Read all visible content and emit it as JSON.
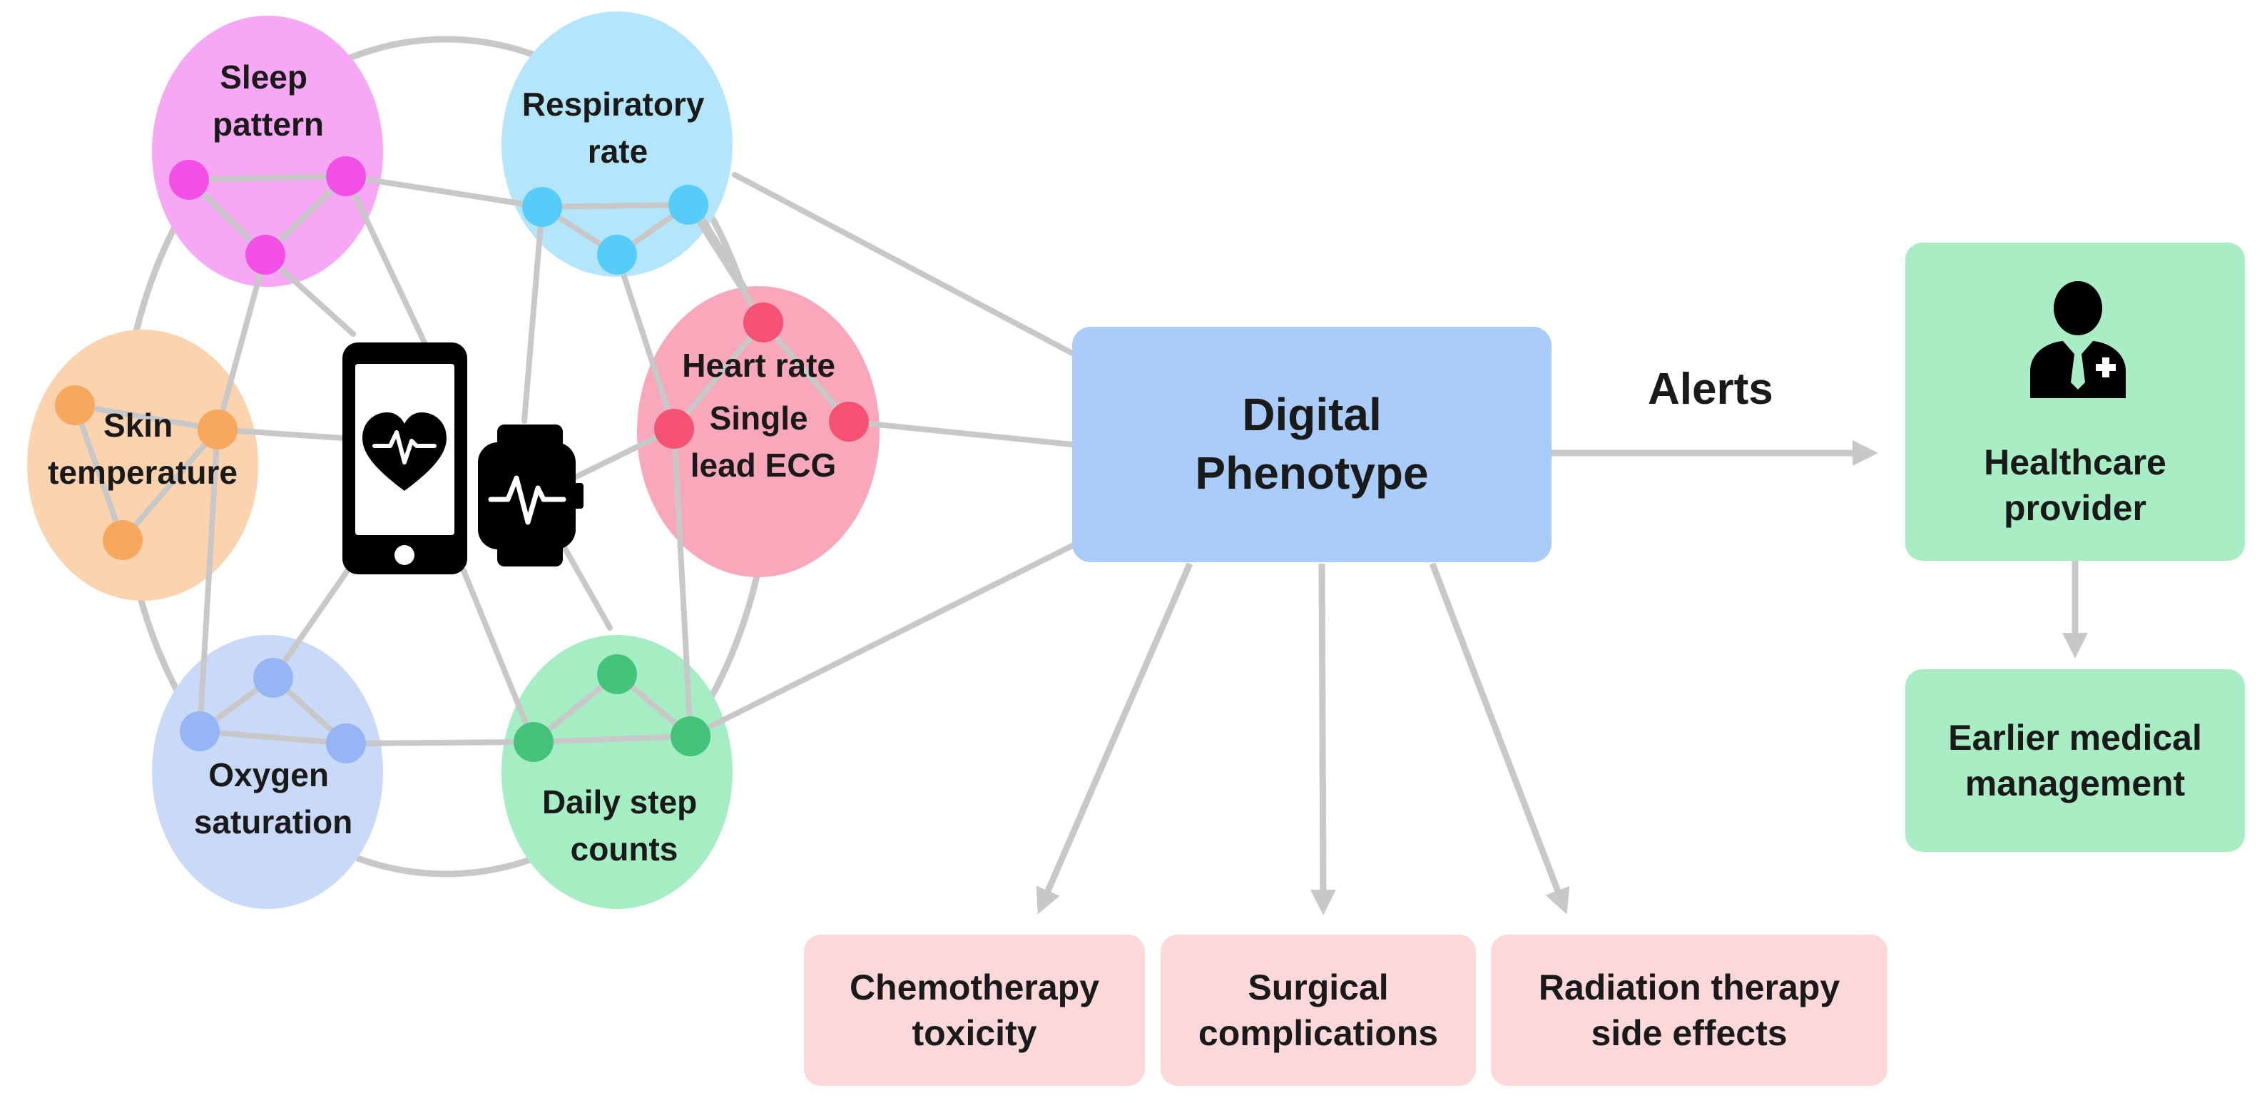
{
  "colors": {
    "sleep": "#F7A8F4",
    "sleep_node": "#F24FE7",
    "respiratory": "#B4E6FB",
    "respiratory_node": "#55CDF8",
    "heart": "#F9A7BA",
    "heart_node": "#F55273",
    "skin": "#FBD3AE",
    "skin_node": "#F8A85C",
    "oxygen": "#C9DAF8",
    "oxygen_node": "#95B5F5",
    "steps": "#A5EDC2",
    "steps_node": "#44C47B",
    "phenotype": "#A9CDF8",
    "provider": "#A8EDC3",
    "outcome": "#FDD8D8",
    "connector": "#C8C8C8"
  },
  "sensors": {
    "sleep": [
      "Sleep",
      "pattern"
    ],
    "respiratory": [
      "Respiratory",
      "rate"
    ],
    "heart": [
      "Heart rate",
      "Single",
      "lead ECG"
    ],
    "skin": [
      "Skin",
      "temperature"
    ],
    "oxygen": [
      "Oxygen",
      "saturation"
    ],
    "steps": [
      "Daily step",
      "counts"
    ]
  },
  "devices": {
    "phone_icon": "smartphone-heart-icon",
    "watch_icon": "smartwatch-pulse-icon"
  },
  "phenotype": [
    "Digital",
    "Phenotype"
  ],
  "alerts_label": "Alerts",
  "provider": {
    "icon": "doctor-icon",
    "lines": [
      "Healthcare",
      "provider"
    ]
  },
  "management": [
    "Earlier medical",
    "management"
  ],
  "outcomes": {
    "chemo": [
      "Chemotherapy",
      "toxicity"
    ],
    "surgical": [
      "Surgical",
      "complications"
    ],
    "radiation": [
      "Radiation therapy",
      "side effects"
    ]
  }
}
